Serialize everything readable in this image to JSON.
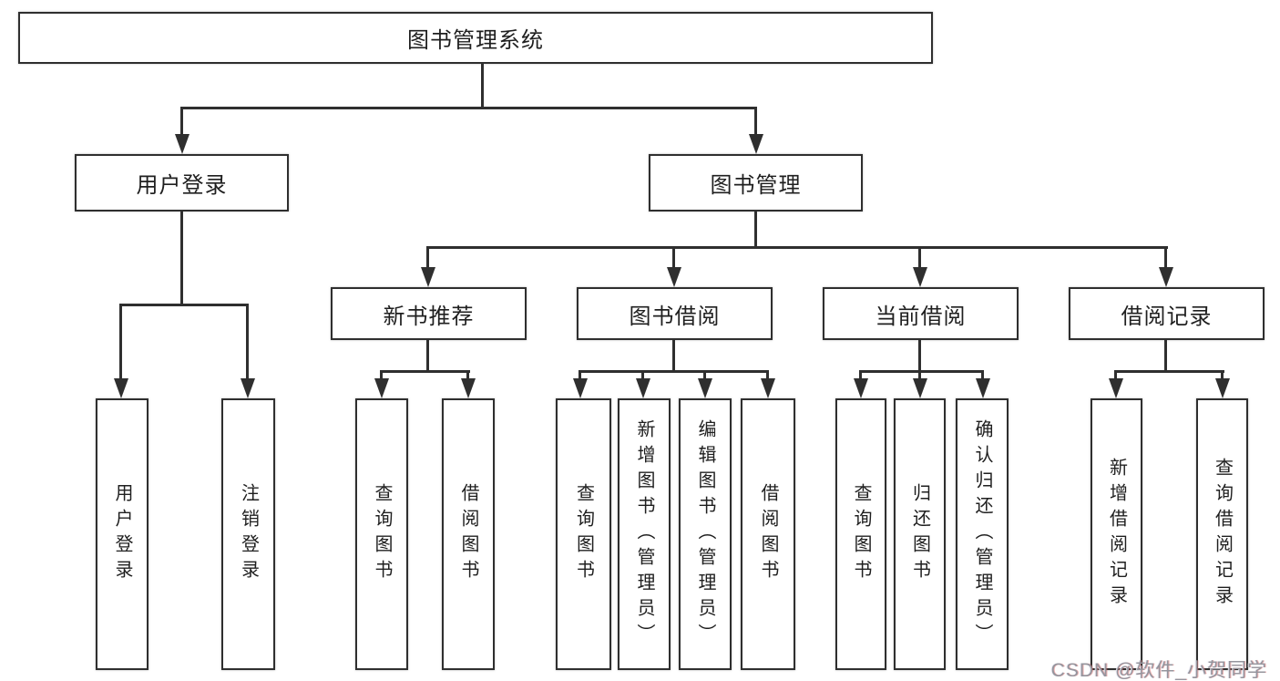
{
  "diagram_title": "图书管理系统",
  "nodes": {
    "root": {
      "label": "图书管理系统"
    },
    "user_login": {
      "label": "用户登录"
    },
    "book_mgmt": {
      "label": "图书管理"
    },
    "new_book_rec": {
      "label": "新书推荐"
    },
    "book_borrow": {
      "label": "图书借阅"
    },
    "current_borrow": {
      "label": "当前借阅"
    },
    "borrow_records": {
      "label": "借阅记录"
    },
    "leaf_user_login": {
      "label": "用户登录"
    },
    "leaf_logout": {
      "label": "注销登录"
    },
    "leaf_rec_query": {
      "label": "查询图书"
    },
    "leaf_rec_borrow": {
      "label": "借阅图书"
    },
    "leaf_bb_query": {
      "label": "查询图书"
    },
    "leaf_bb_add": {
      "label": "新增图书（管理员）"
    },
    "leaf_bb_edit": {
      "label": "编辑图书（管理员）"
    },
    "leaf_bb_borrow": {
      "label": "借阅图书"
    },
    "leaf_cb_query": {
      "label": "查询图书"
    },
    "leaf_cb_return": {
      "label": "归还图书"
    },
    "leaf_cb_confirm": {
      "label": "确认归还（管理员）"
    },
    "leaf_br_add": {
      "label": "新增借阅记录"
    },
    "leaf_br_query": {
      "label": "查询借阅记录"
    }
  },
  "hierarchy": {
    "图书管理系统": {
      "用户登录": [
        "用户登录",
        "注销登录"
      ],
      "图书管理": {
        "新书推荐": [
          "查询图书",
          "借阅图书"
        ],
        "图书借阅": [
          "查询图书",
          "新增图书（管理员）",
          "编辑图书（管理员）",
          "借阅图书"
        ],
        "当前借阅": [
          "查询图书",
          "归还图书",
          "确认归还（管理员）"
        ],
        "借阅记录": [
          "新增借阅记录",
          "查询借阅记录"
        ]
      }
    }
  },
  "watermark": "CSDN @软件_小贺同学",
  "colors": {
    "line": "#2f2f2f",
    "text": "#1f1f1f",
    "background": "#ffffff",
    "watermark_gray": "#95959d"
  }
}
